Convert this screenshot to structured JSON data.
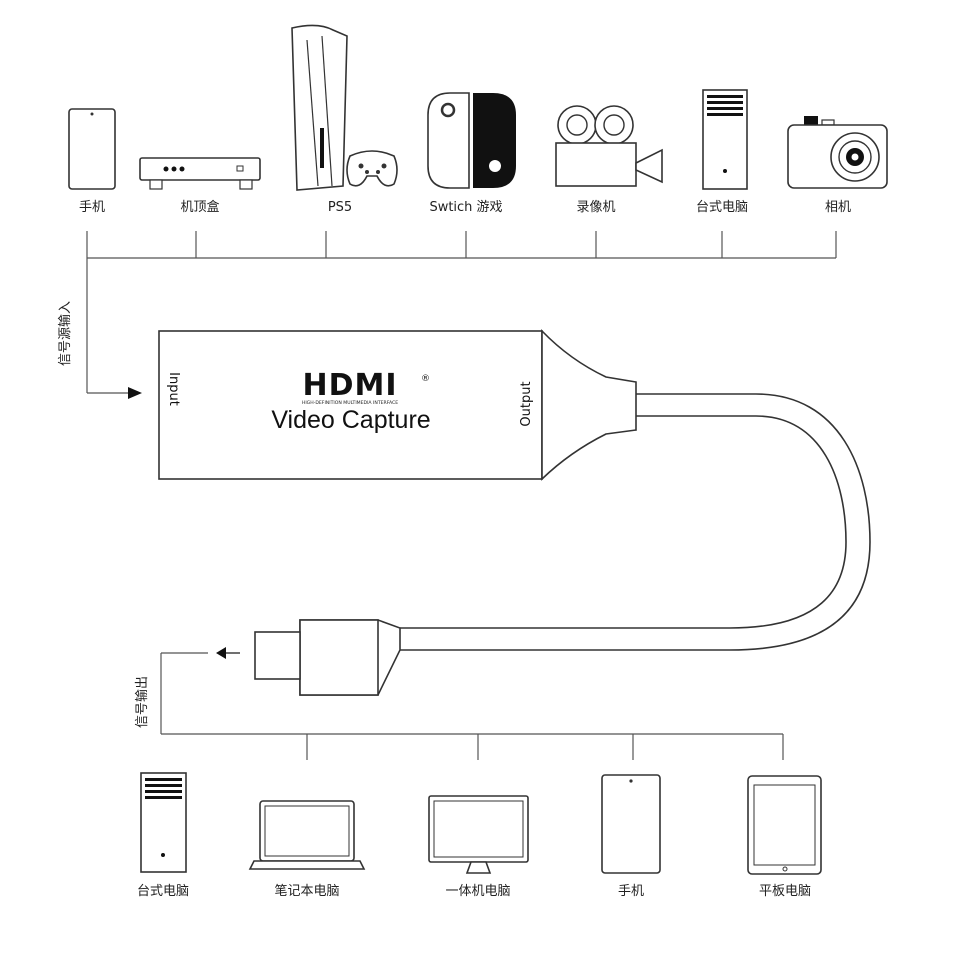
{
  "input_devices": [
    {
      "id": "phone",
      "label": "手机",
      "icon": "smartphone-icon"
    },
    {
      "id": "settop",
      "label": "机顶盒",
      "icon": "set-top-box-icon"
    },
    {
      "id": "ps5",
      "label": "PS5",
      "icon": "game-console-icon"
    },
    {
      "id": "switch",
      "label": "Swtich 游戏",
      "icon": "handheld-console-icon"
    },
    {
      "id": "camcorder",
      "label": "录像机",
      "icon": "video-camera-icon"
    },
    {
      "id": "desktop",
      "label": "台式电脑",
      "icon": "desktop-tower-icon"
    },
    {
      "id": "camera",
      "label": "相机",
      "icon": "photo-camera-icon"
    }
  ],
  "input_side_label": "信号源输入",
  "output_side_label": "信号输出",
  "device": {
    "logo_text": "HDMI",
    "logo_registered": "®",
    "logo_subtext": "HIGH-DEFINITION MULTIMEDIA INTERFACE",
    "title": "Video Capture",
    "input_port_label": "Input",
    "output_port_label": "Output"
  },
  "output_devices": [
    {
      "id": "desktop",
      "label": "台式电脑",
      "icon": "desktop-tower-icon"
    },
    {
      "id": "laptop",
      "label": "笔记本电脑",
      "icon": "laptop-icon"
    },
    {
      "id": "aio",
      "label": "一体机电脑",
      "icon": "monitor-icon"
    },
    {
      "id": "phone",
      "label": "手机",
      "icon": "smartphone-icon"
    },
    {
      "id": "tablet",
      "label": "平板电脑",
      "icon": "tablet-icon"
    }
  ]
}
